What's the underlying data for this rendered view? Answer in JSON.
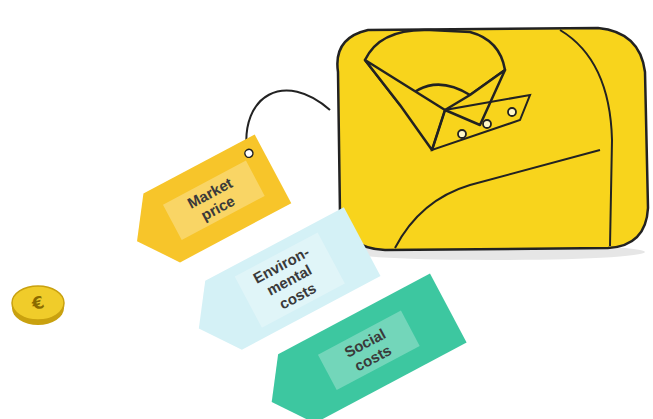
{
  "diagram": {
    "nodes": [
      {
        "text": [
          "Market price"
        ]
      },
      {
        "text": [
          "Environ- mental costs"
        ]
      },
      {
        "text": [
          "Social costs"
        ]
      }
    ],
    "labels": [
      "€"
    ]
  }
}
